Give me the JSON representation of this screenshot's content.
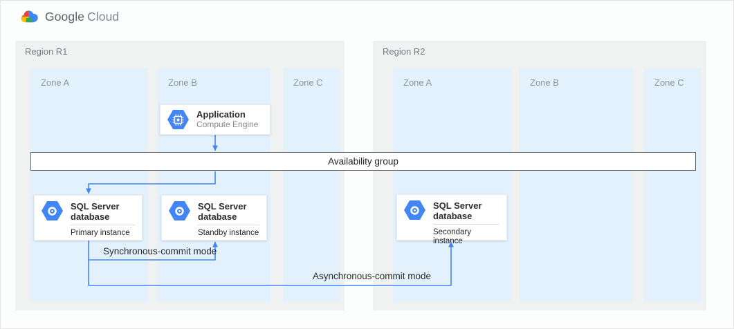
{
  "header": {
    "brand_primary": "Google",
    "brand_secondary": "Cloud"
  },
  "regions": [
    {
      "label": "Region R1",
      "zones": [
        {
          "label": "Zone A"
        },
        {
          "label": "Zone B"
        },
        {
          "label": "Zone C"
        }
      ]
    },
    {
      "label": "Region R2",
      "zones": [
        {
          "label": "Zone A"
        },
        {
          "label": "Zone B"
        },
        {
          "label": "Zone C"
        }
      ]
    }
  ],
  "nodes": {
    "application": {
      "title": "Application",
      "subtitle": "Compute Engine",
      "icon": "compute-engine-icon"
    },
    "availability_group": {
      "label": "Availability group"
    },
    "primary_db": {
      "title": "SQL Server database",
      "subtitle": "Primary instance",
      "icon": "cloud-sql-icon"
    },
    "standby_db": {
      "title": "SQL Server database",
      "subtitle": "Standby instance",
      "icon": "cloud-sql-icon"
    },
    "secondary_db": {
      "title": "SQL Server database",
      "subtitle": "Secondary instance",
      "icon": "cloud-sql-icon"
    }
  },
  "edges": {
    "sync_label": "Synchronous-commit mode",
    "async_label": "Asynchronous-commit mode"
  },
  "colors": {
    "accent_blue": "#4285f4",
    "zone_fill": "#e3f1fc",
    "region_fill": "#f0f1f1",
    "bar_border": "#5f6368",
    "logo_red": "#ea4335",
    "logo_yellow": "#fbbc04",
    "logo_green": "#34a853"
  }
}
